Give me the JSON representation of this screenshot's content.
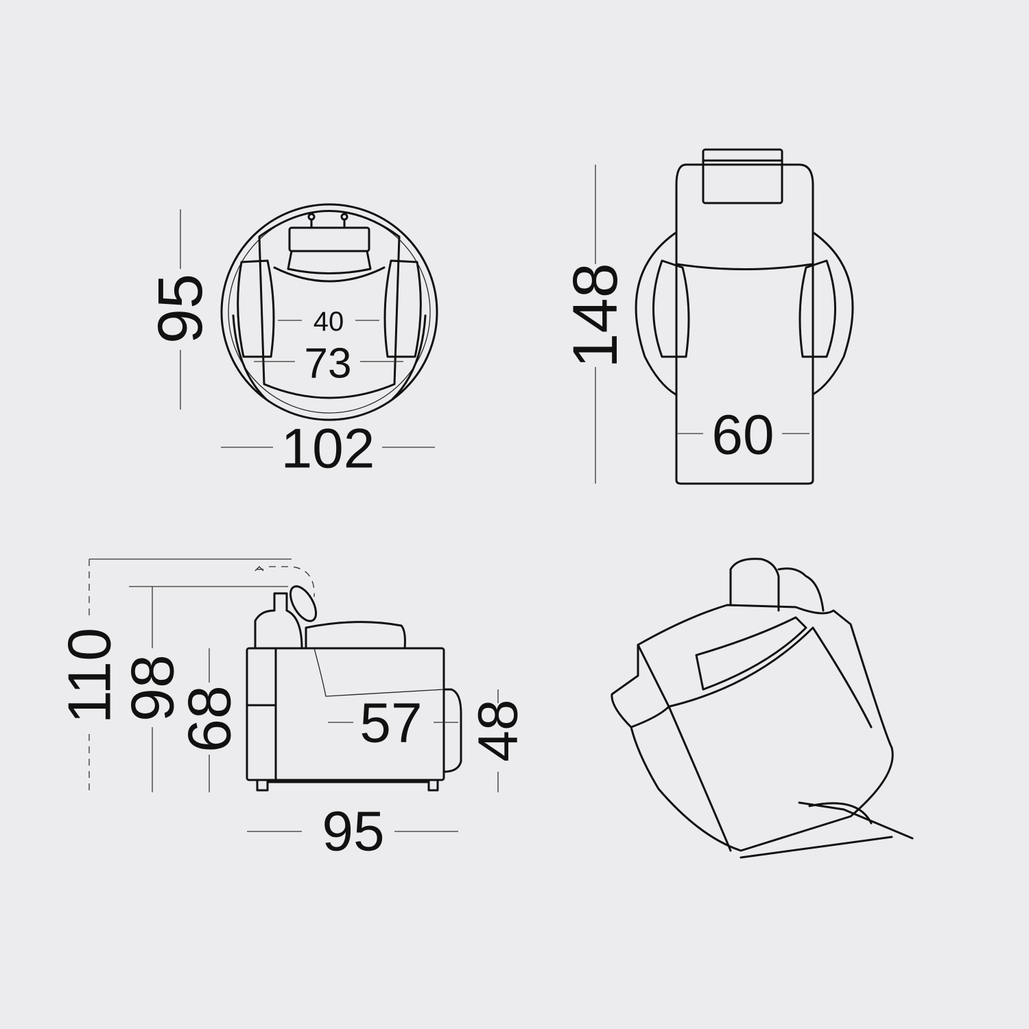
{
  "background_color": "#ececee",
  "line_color": "#111111",
  "views": {
    "top": {
      "depth": "95",
      "seat_depth_inner": "40",
      "seat_width": "73",
      "width": "102"
    },
    "reclined_top": {
      "length": "148",
      "seat_width": "60"
    },
    "side": {
      "height_headrest_raised": "110",
      "height": "98",
      "arm_height": "68",
      "seat_depth": "57",
      "seat_height": "48",
      "depth": "95"
    },
    "perspective": {}
  }
}
